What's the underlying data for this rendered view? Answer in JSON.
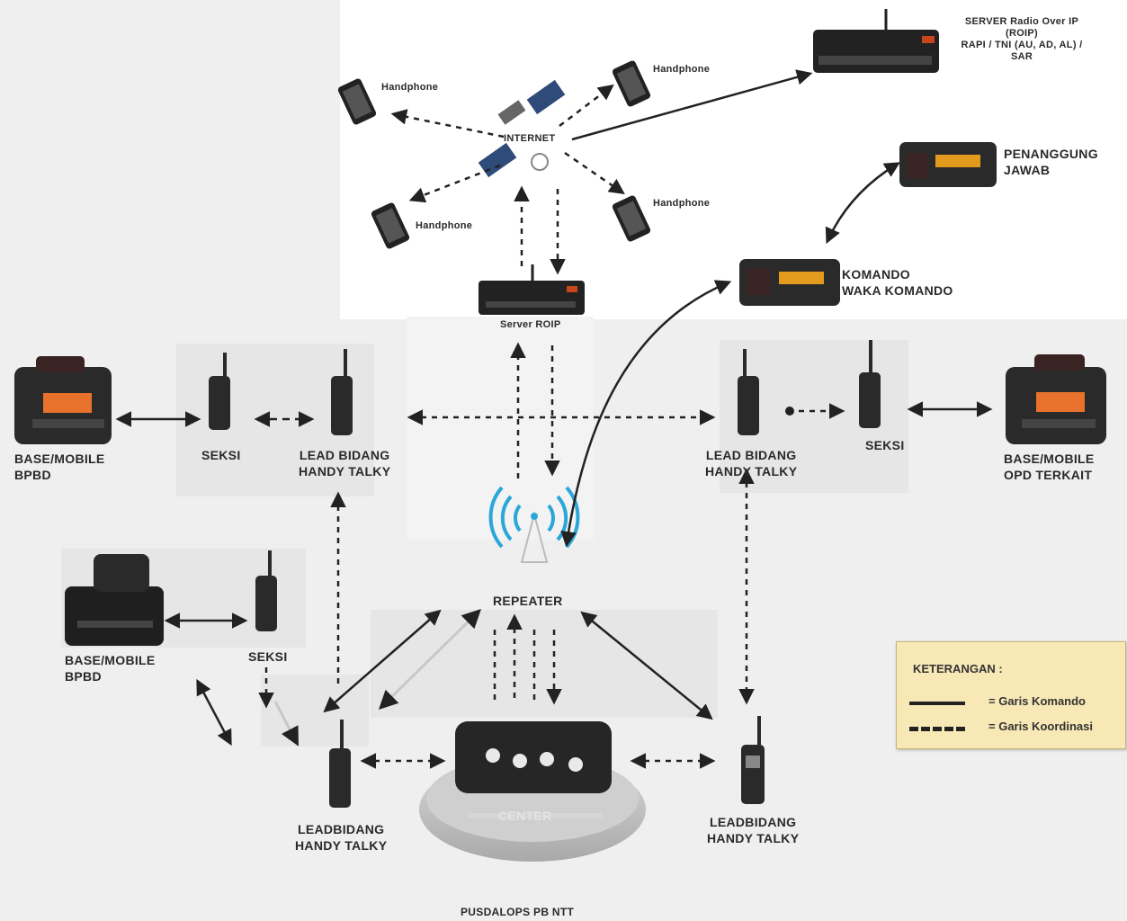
{
  "title": "",
  "nodes": {
    "server_roip_top": "SERVER Radio Over IP\n(ROIP)\nRAPI / TNI (AU, AD, AL) /\nSAR",
    "internet": "INTERNET",
    "hp_top_left": "Handphone",
    "hp_top_right": "Handphone",
    "hp_bottom_left": "Handphone",
    "hp_bottom_right": "Handphone",
    "server_roip": "Server ROIP",
    "penanggung_jawab": "PENANGGUNG\nJAWAB",
    "komando": "KOMANDO\nWAKA KOMANDO",
    "base_left": "BASE/MOBILE\nBPBD",
    "seksi_left": "SEKSI",
    "lead_left": "LEAD BIDANG\nHANDY TALKY",
    "lead_right": "LEAD BIDANG\nHANDY TALKY",
    "seksi_right": "SEKSI",
    "base_right": "BASE/MOBILE\nOPD TERKAIT",
    "repeater": "REPEATER",
    "base_left2": "BASE/MOBILE\nBPBD",
    "seksi_left2": "SEKSI",
    "lead_bottom_left": "LEADBIDANG\nHANDY TALKY",
    "lead_bottom_right": "LEADBIDANG\nHANDY TALKY",
    "pusdalops": "PUSDALOPS PB NTT",
    "center_text": "CENTER"
  },
  "legend": {
    "title": "KETERANGAN :",
    "solid": "= Garis Komando",
    "dashed": "= Garis Koordinasi"
  },
  "colors": {
    "background": "#efefef",
    "legend_bg": "#f7e8b6",
    "line": "#222222",
    "repeater_signal": "#2aa7d8"
  }
}
